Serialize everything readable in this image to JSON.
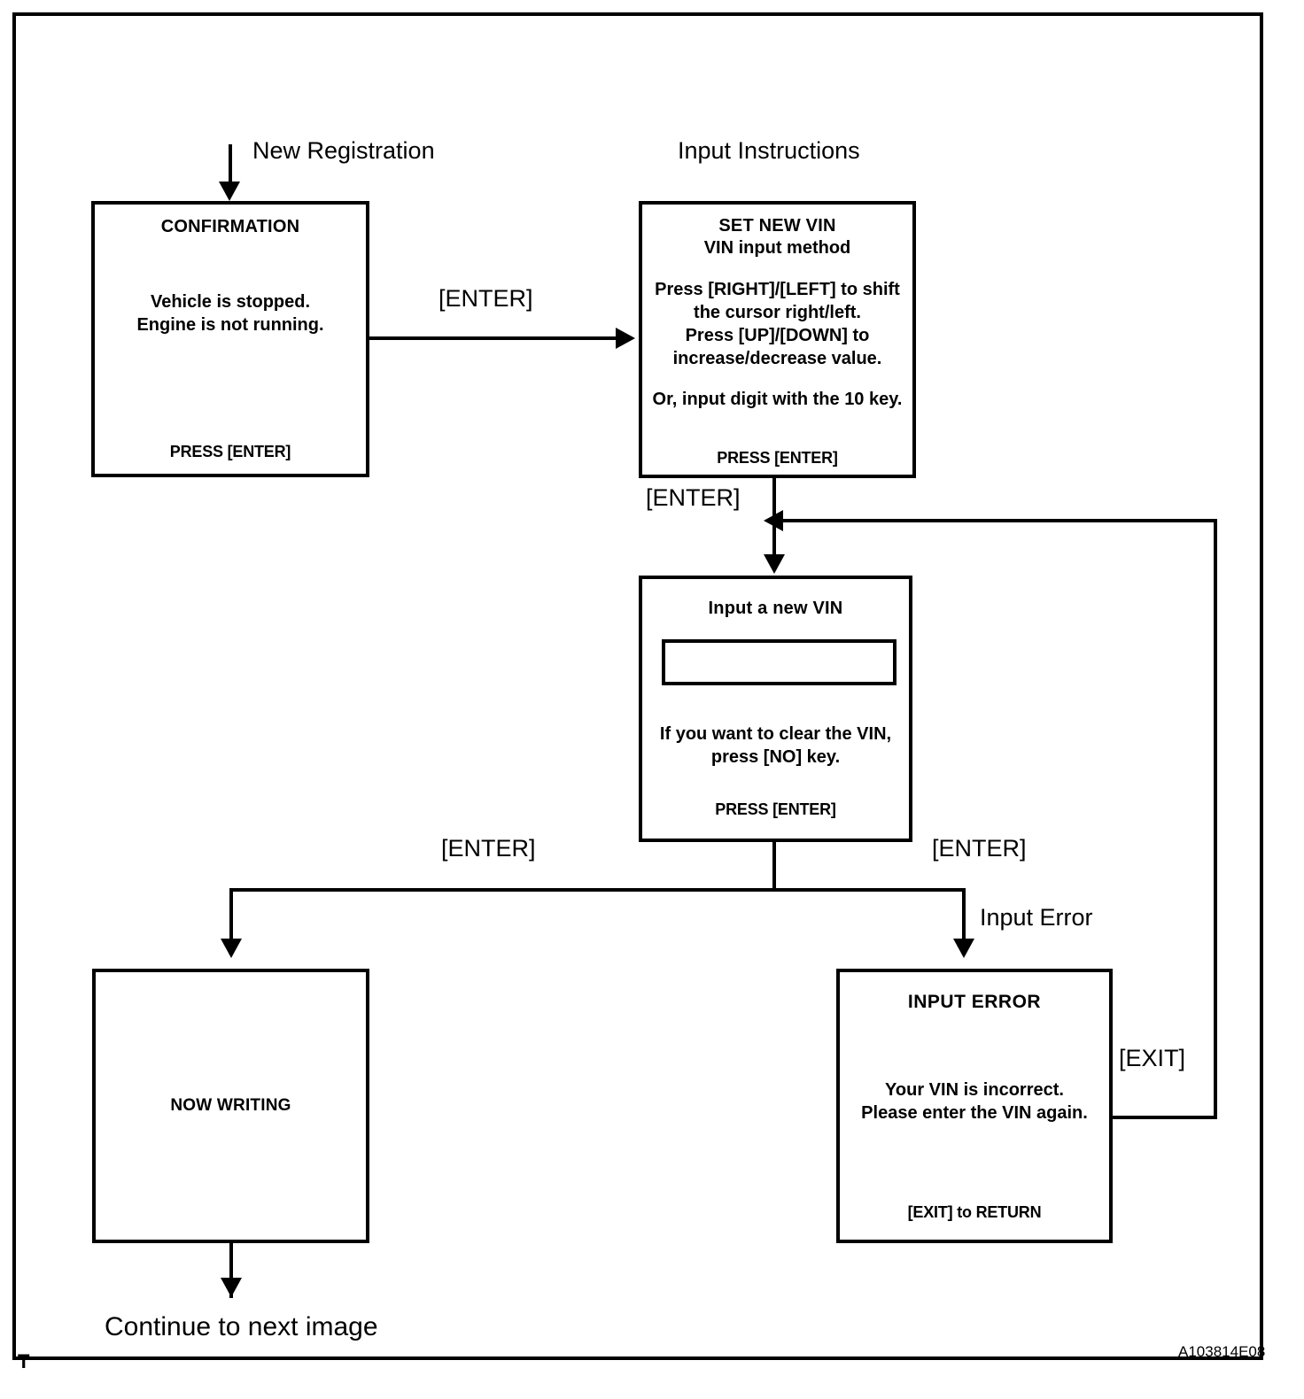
{
  "diagram": {
    "figure_code": "A103814E08",
    "corner_marker": "T",
    "entry_label": "New Registration",
    "instructions_label": "Input Instructions",
    "continue_label": "Continue to next  image"
  },
  "edge_labels": {
    "enter_confirm_to_setvin": "[ENTER]",
    "enter_setvin_to_inputvin": "[ENTER]",
    "enter_inputvin_to_writing": "[ENTER]",
    "enter_inputvin_to_error": "[ENTER]",
    "input_error": "Input Error",
    "exit_return": "[EXIT]"
  },
  "screens": {
    "confirmation": {
      "title": "CONFIRMATION",
      "lines": [
        "Vehicle is stopped.",
        "Engine is not running."
      ],
      "footer": "PRESS [ENTER]"
    },
    "set_new_vin": {
      "title": "SET NEW VIN",
      "subtitle": "VIN input method",
      "group1": [
        "Press [RIGHT]/[LEFT] to shift",
        "the cursor right/left.",
        "Press [UP]/[DOWN]  to",
        "increase/decrease value."
      ],
      "group2": [
        "Or, input digit with the 10 key."
      ],
      "footer": "PRESS [ENTER]"
    },
    "input_new_vin": {
      "title": "Input a new VIN",
      "field_value": "",
      "field_placeholder": "",
      "note": [
        "If you want to clear the VIN,",
        "press [NO] key."
      ],
      "footer": "PRESS [ENTER]"
    },
    "now_writing": {
      "title": "NOW WRITING"
    },
    "input_error": {
      "title": "INPUT  ERROR",
      "lines": [
        "Your VIN is incorrect.",
        "Please enter the VIN again."
      ],
      "footer": "[EXIT] to RETURN"
    }
  },
  "colors": {
    "ink": "#000000",
    "paper": "#ffffff"
  }
}
